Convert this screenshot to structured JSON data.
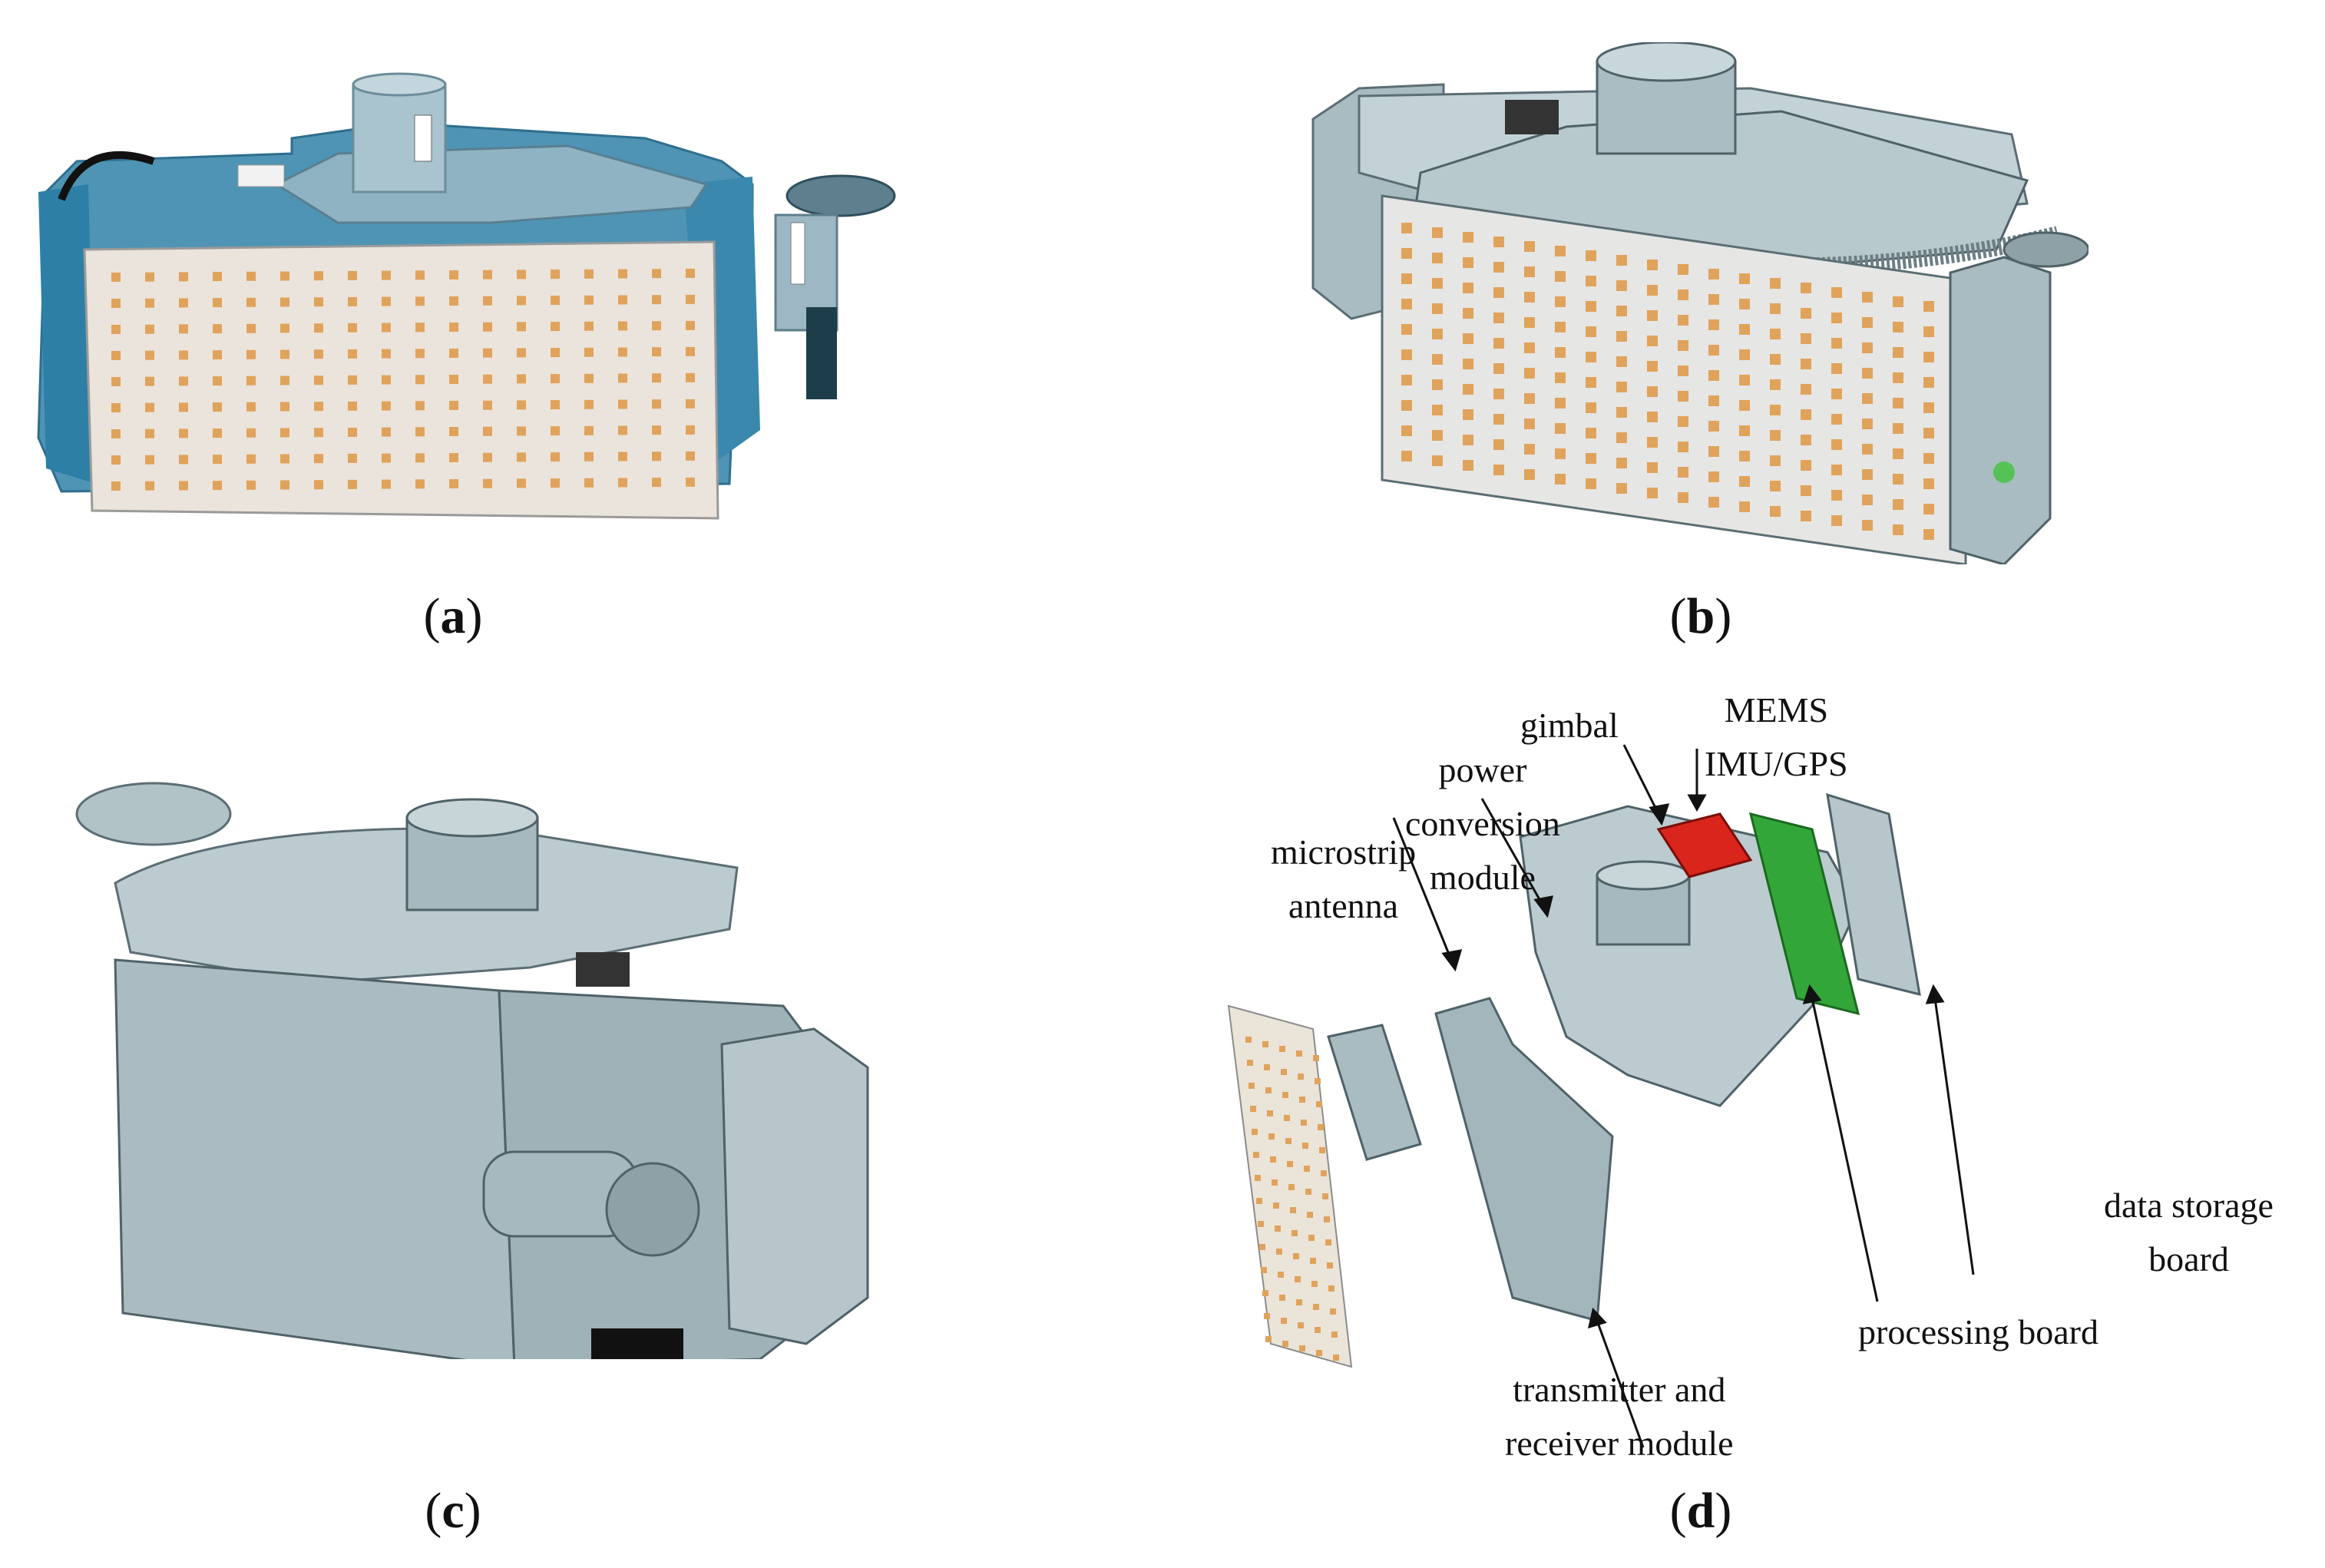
{
  "captions": {
    "a": "a",
    "b": "b",
    "c": "c",
    "d": "d"
  },
  "panel_d_labels": {
    "microstrip_antenna": [
      "microstrip",
      "antenna"
    ],
    "power_conversion_module": [
      "power",
      "conversion",
      "module"
    ],
    "gimbal": [
      "gimbal"
    ],
    "mems_imu_gps": [
      "MEMS",
      "IMU/GPS"
    ],
    "data_storage_board": [
      "data storage",
      "board"
    ],
    "processing_board": [
      "processing board"
    ],
    "transmitter_receiver_module": [
      "transmitter and",
      "receiver module"
    ]
  },
  "colors": {
    "metal": "#b9c7cc",
    "metal_dark": "#8fa3aa",
    "metal_light": "#d6e1e4",
    "photo_blue": "#3f8fb1",
    "antenna_panel": "#ece7df",
    "patch": "#e0a35c",
    "red_module": "#d9251c",
    "green_board": "#33a63a"
  }
}
